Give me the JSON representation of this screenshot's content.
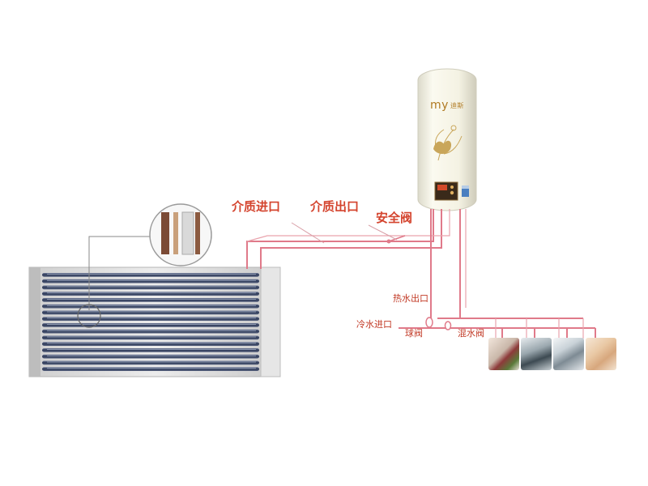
{
  "labels": {
    "medium_inlet": "介质进口",
    "medium_outlet": "介质出口",
    "safety_valve": "安全阀",
    "hot_water_outlet": "热水出口",
    "cold_water_inlet": "冷水进口",
    "ball_valve": "球阀",
    "mixing_valve": "混水阀"
  },
  "tank": {
    "brand": "my",
    "brand_sub": "迪斯"
  },
  "colors": {
    "pipe": "#e07a8a",
    "label": "#d4442e",
    "tank_body": "#f6f4e4",
    "collector_tube": "#3e4a66",
    "collector_frame": "#d8d8d8"
  },
  "icons": {
    "usage_points": [
      "kitchen-sink-photo",
      "faucet-photo",
      "washing-machine-photo",
      "shower-photo"
    ]
  }
}
